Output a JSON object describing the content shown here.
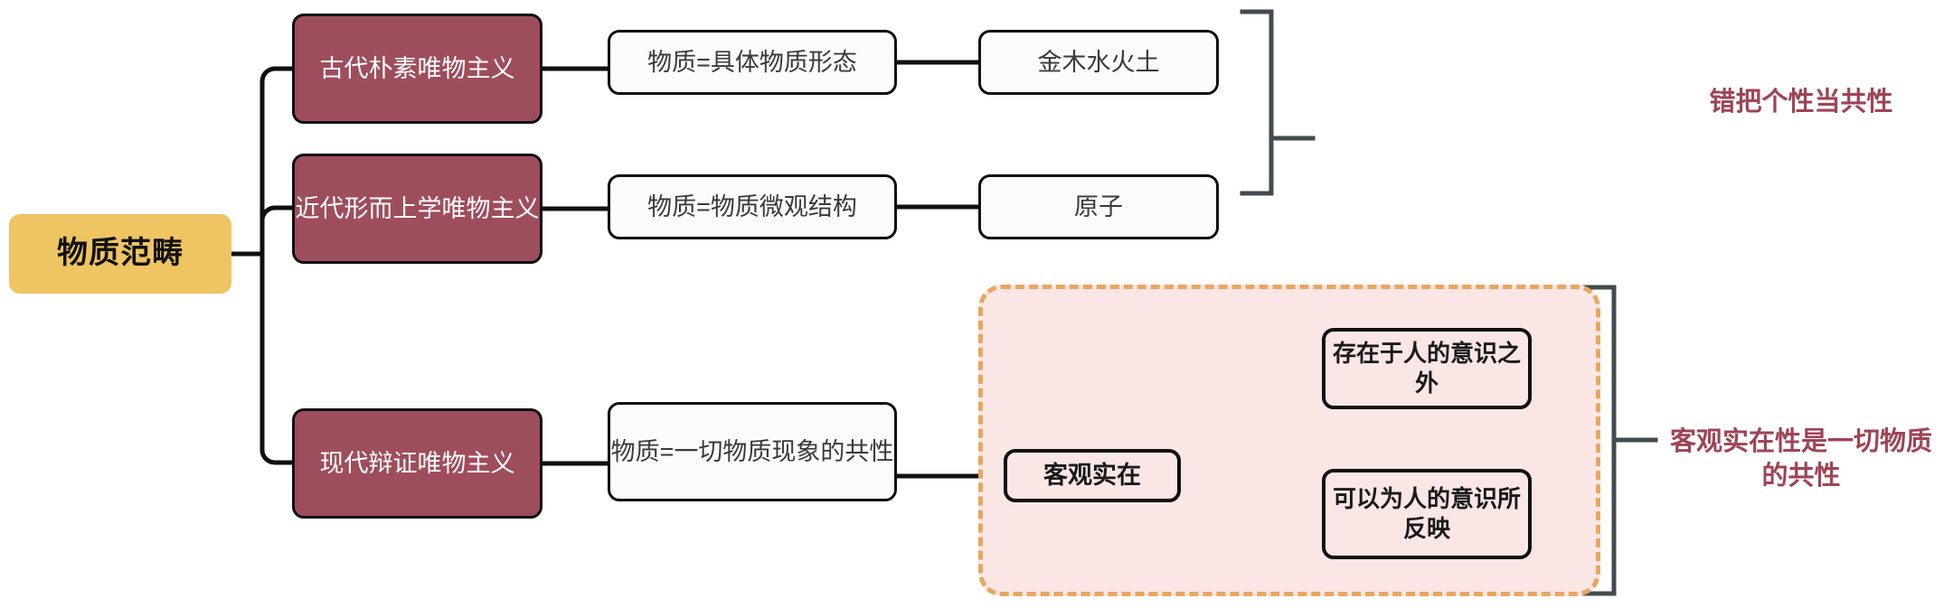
{
  "diagram": {
    "type": "mindmap",
    "title": "物质范畴",
    "root": {
      "label": "物质范畴"
    },
    "branches": [
      {
        "id": "ancient",
        "label": "古代朴素唯物主义",
        "definition": "物质=具体物质形态",
        "example": "金木水火土"
      },
      {
        "id": "metaphysical",
        "label": "近代形而上学唯物主义",
        "definition": "物质=物质微观结构",
        "example": "原子"
      },
      {
        "id": "dialectical",
        "label": "现代辩证唯物主义",
        "definition": "物质=一切物质现象的共性",
        "concept": "客观实在",
        "attributes": [
          "存在于人的意识之外",
          "可以为人的意识所反映"
        ]
      }
    ],
    "annotations": [
      {
        "id": "top",
        "text": "错把个性当共性",
        "applies_to": [
          "ancient",
          "metaphysical"
        ]
      },
      {
        "id": "bottom",
        "text": "客观实在性是一切物质的共性",
        "applies_to": [
          "dialectical"
        ]
      }
    ],
    "colors": {
      "root_fill": "#EFC463",
      "branch_fill": "#9E4D5C",
      "branch_text": "#FFFFFF",
      "plain_fill": "#FBFBFB",
      "plain_text": "#3A3A3A",
      "group_fill": "#FAE6E4",
      "group_border": "#E8A660",
      "annotation_text": "#9E4455",
      "connector": "#101010",
      "bracket": "#414C50"
    }
  }
}
